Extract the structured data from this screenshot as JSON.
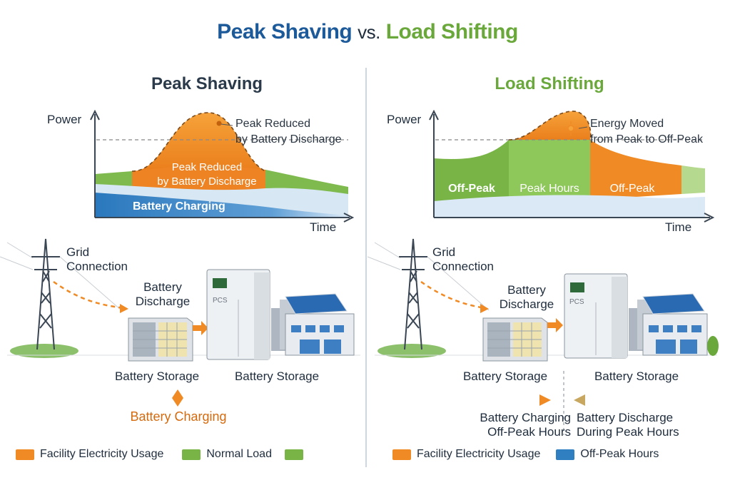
{
  "title": {
    "part1": "Peak Shaving",
    "vs": "vs.",
    "part2": "Load Shifting"
  },
  "colors": {
    "orange": "#f08a24",
    "green": "#78b446",
    "blue": "#2f7fc1",
    "navy": "#1d5a9a"
  },
  "left": {
    "title": "Peak Shaving",
    "chart": {
      "ylabel": "Power",
      "xlabel": "Time",
      "annotation": "Peak Reduced\nby Battery Discharge",
      "inner_label": "Peak Reduced\nby Battery Discharge",
      "bottom_label": "Battery Charging"
    },
    "grid_label": "Grid\nConnection",
    "discharge_label": "Battery\nDischarge",
    "pcs_label": "PCS",
    "storage_left": "Battery Storage",
    "storage_right": "Battery Storage",
    "flow_label": "Battery Charging",
    "legend": [
      {
        "label": "Facility Electricity Usage",
        "color": "#f08a24"
      },
      {
        "label": "Normal Load",
        "color": "#78b446"
      },
      {
        "label": "",
        "color": "#78b446"
      }
    ]
  },
  "right": {
    "title": "Load Shifting",
    "chart": {
      "ylabel": "Power",
      "xlabel": "Time",
      "annotation": "Energy Moved\nfrom Peak to Off-Peak",
      "seg1": "Off-Peak",
      "seg2": "Peak Hours",
      "seg3": "Off-Peak"
    },
    "grid_label": "Grid\nConnection",
    "discharge_label": "Battery\nDischarge",
    "pcs_label": "PCS",
    "storage_left": "Battery Storage",
    "storage_right": "Battery Storage",
    "flow_left": "Battery Charging\nOff-Peak Hours",
    "flow_right": "Battery Discharge\nDuring Peak Hours",
    "legend": [
      {
        "label": "Facility Electricity Usage",
        "color": "#f08a24"
      },
      {
        "label": "Off-Peak Hours",
        "color": "#2f7fc1"
      }
    ]
  }
}
